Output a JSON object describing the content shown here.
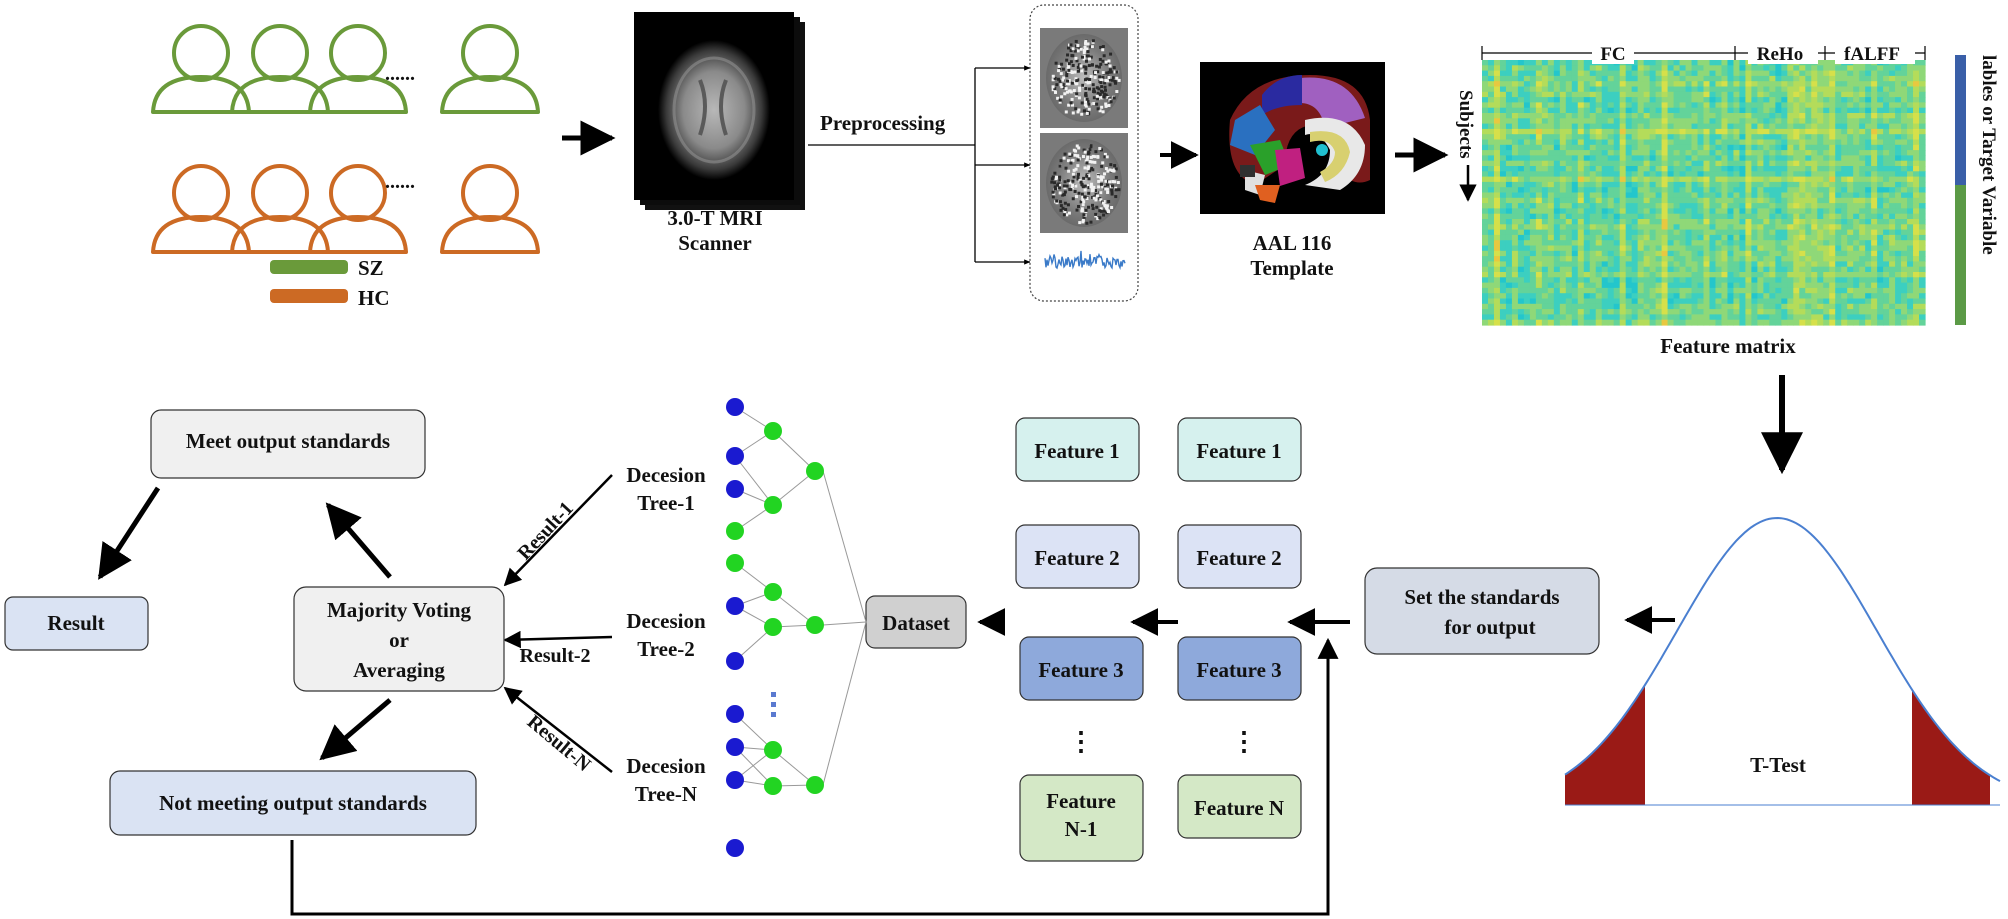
{
  "groups": {
    "sz_label": "SZ",
    "hc_label": "HC",
    "ellipsis": "......",
    "sz_color": "#6a9a3a",
    "hc_color": "#cc6a24"
  },
  "mri": {
    "label_line1": "3.0-T MRI",
    "label_line2": "Scanner"
  },
  "preprocessing": {
    "label": "Preprocessing"
  },
  "template": {
    "label_line1": "AAL 116",
    "label_line2": "Template"
  },
  "feature_matrix": {
    "title": "Feature matrix",
    "fc_label": "FC",
    "reho_label": "ReHo",
    "falff_label": "fALFF",
    "subjects_label": "Subjects",
    "side_label": "lables or Target Variable",
    "sz_bar_color": "#3a5fa8",
    "hc_bar_color": "#5b9a46"
  },
  "ttest": {
    "label": "T-Test",
    "tail_color": "#9a1a16",
    "curve_color": "#4a7fd0"
  },
  "standards": {
    "set_line1": "Set the standards",
    "set_line2": "for output",
    "meet": "Meet output standards",
    "not_meet": "Not meeting output standards",
    "result": "Result"
  },
  "features": {
    "col1": [
      "Feature 1",
      "Feature 2",
      "Feature 3",
      "Feature",
      "N-1"
    ],
    "col2": [
      "Feature 1",
      "Feature 2",
      "Feature 3",
      "Feature N"
    ],
    "dots": "⋮"
  },
  "dataset": {
    "label": "Dataset"
  },
  "trees": [
    {
      "line1": "Decesion",
      "line2": "Tree-1",
      "result": "Result-1"
    },
    {
      "line1": "Decesion",
      "line2": "Tree-2",
      "result": "Result-2"
    },
    {
      "line1": "Decesion",
      "line2": "Tree-N",
      "result": "Result-N"
    }
  ],
  "voting": {
    "line1": "Majority Voting",
    "line2": "or",
    "line3": "Averaging"
  },
  "colors": {
    "feature1_fill": "#d6f1ee",
    "feature2_fill": "#dce3f5",
    "feature3_fill": "#8ea9db",
    "featureN_fill": "#d4e8c6",
    "standards_fill": "#d5dbe6",
    "box_fill": "#f0f0f0",
    "result_fill": "#dae3f3",
    "dataset_fill": "#d0d0d0",
    "node_blue": "#1a1ad0",
    "node_green": "#22d422"
  }
}
